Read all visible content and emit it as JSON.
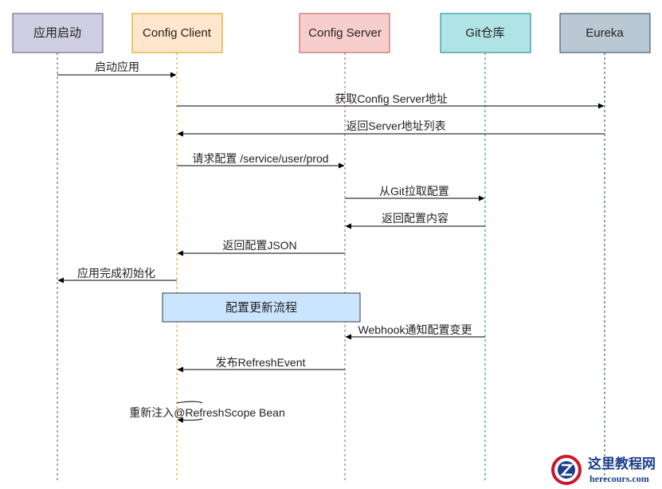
{
  "participants": [
    {
      "id": "app",
      "label": "应用启动",
      "fill": "#D0CEE2",
      "stroke": "#56517E"
    },
    {
      "id": "client",
      "label": "Config Client",
      "fill": "#FFE6CC",
      "stroke": "#D79B00"
    },
    {
      "id": "server",
      "label": "Config Server",
      "fill": "#F8CECC",
      "stroke": "#B85450"
    },
    {
      "id": "git",
      "label": "Git仓库",
      "fill": "#B0E3E6",
      "stroke": "#0E8088"
    },
    {
      "id": "eureka",
      "label": "Eureka",
      "fill": "#BAC8D3",
      "stroke": "#23445D"
    }
  ],
  "messages": [
    {
      "from": "app",
      "to": "client",
      "label": "启动应用"
    },
    {
      "from": "client",
      "to": "eureka",
      "label": "获取Config Server地址"
    },
    {
      "from": "eureka",
      "to": "client",
      "label": "返回Server地址列表"
    },
    {
      "from": "client",
      "to": "server",
      "label": "请求配置 /service/user/prod"
    },
    {
      "from": "server",
      "to": "git",
      "label": "从Git拉取配置"
    },
    {
      "from": "git",
      "to": "server",
      "label": "返回配置内容"
    },
    {
      "from": "server",
      "to": "client",
      "label": "返回配置JSON"
    },
    {
      "from": "client",
      "to": "app",
      "label": "应用完成初始化"
    },
    {
      "from": "git",
      "to": "server",
      "label": "Webhook通知配置变更"
    },
    {
      "from": "server",
      "to": "client",
      "label": "发布RefreshEvent"
    },
    {
      "from": "client",
      "to": "client",
      "label": "重新注入@RefreshScope Bean"
    }
  ],
  "note": {
    "label": "配置更新流程",
    "fill": "#CCE5FF",
    "stroke": "#36393D"
  },
  "watermark": {
    "text_cn": "这里教程网",
    "text_en": "herecours.com"
  }
}
